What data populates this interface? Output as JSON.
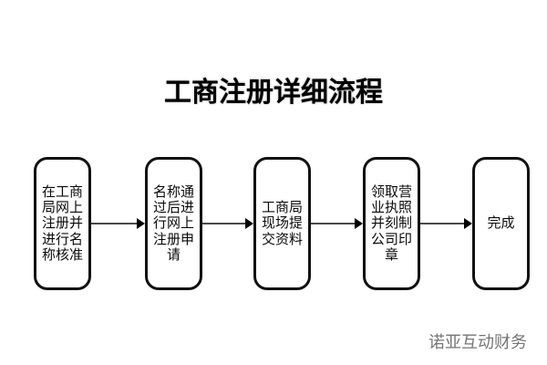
{
  "title": "工商注册详细流程",
  "flowchart": {
    "steps": [
      {
        "label": "在工商局网上注册并进行名称核准"
      },
      {
        "label": "名称通过后进行网上注册申请"
      },
      {
        "label": "工商局现场提交资料"
      },
      {
        "label": "领取营业执照并刻制公司印章"
      },
      {
        "label": "完成"
      }
    ],
    "direction": "left-to-right"
  },
  "watermark": "诺亚互动财务",
  "colors": {
    "title_color": "#000000",
    "box_border": "#111111",
    "arrow_line": "#4a4a4a",
    "arrow_head": "#000000",
    "watermark_color": "#757575",
    "background": "#ffffff"
  }
}
